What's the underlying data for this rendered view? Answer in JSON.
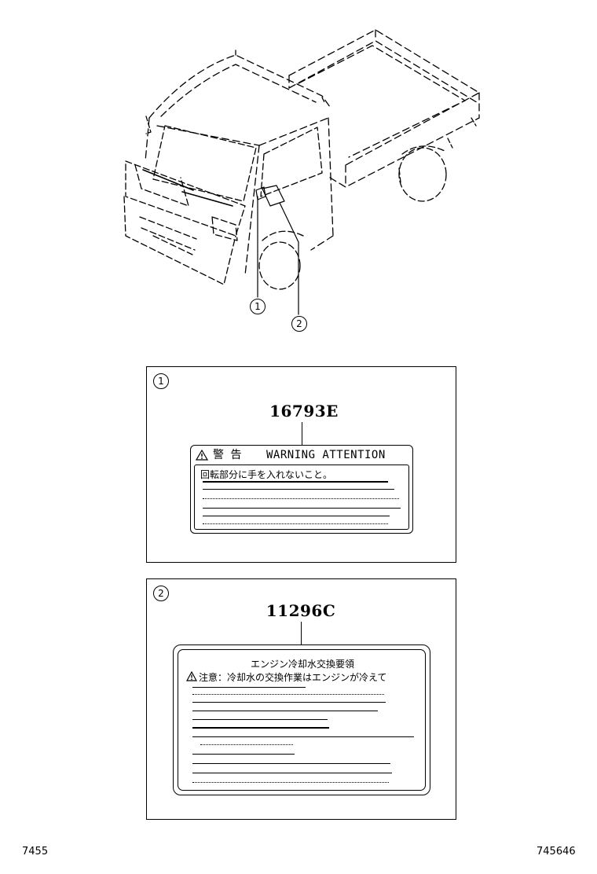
{
  "callouts": {
    "one": "1",
    "two": "2"
  },
  "panel1": {
    "number": "1",
    "part_number": "16793E",
    "label": {
      "header_jp": "警 告",
      "header_en": "WARNING  ATTENTION",
      "body_text": "回転部分に手を入れないこと。"
    }
  },
  "panel2": {
    "number": "2",
    "part_number": "11296C",
    "label": {
      "title": "エンジン冷却水交換要領",
      "caution": "注意：冷却水の交換作業はエンジンが冷えて"
    }
  },
  "footer": {
    "left_code": "7455",
    "right_code": "745646"
  }
}
